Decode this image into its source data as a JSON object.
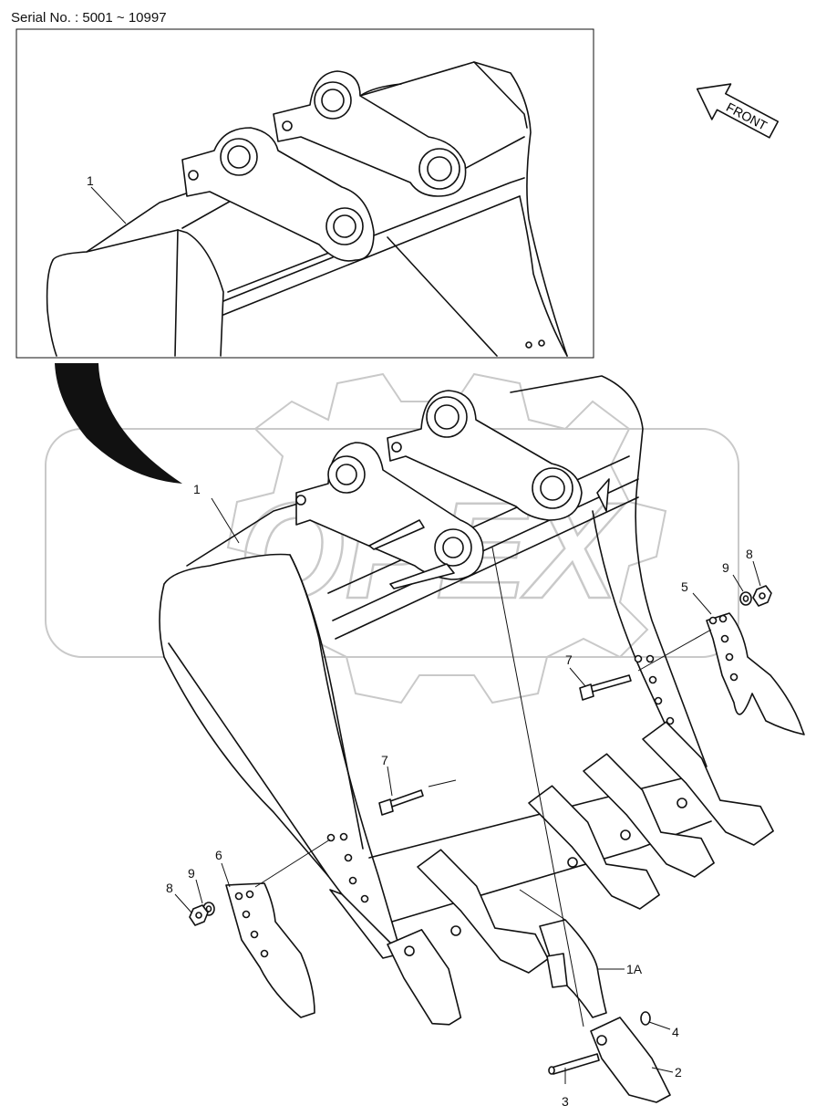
{
  "header": {
    "serial": "Serial No. : 5001 ~ 10997"
  },
  "watermark": "OPEX",
  "direction_label": "FRONT",
  "callouts": [
    {
      "id": "inset-1",
      "label": "1"
    },
    {
      "id": "main-1",
      "label": "1"
    },
    {
      "id": "c5",
      "label": "5"
    },
    {
      "id": "c6",
      "label": "6"
    },
    {
      "id": "c7-right",
      "label": "7"
    },
    {
      "id": "c7-left",
      "label": "7"
    },
    {
      "id": "c8-right",
      "label": "8"
    },
    {
      "id": "c8-left",
      "label": "8"
    },
    {
      "id": "c9-right",
      "label": "9"
    },
    {
      "id": "c9-left",
      "label": "9"
    },
    {
      "id": "c1A",
      "label": "1A"
    },
    {
      "id": "c2",
      "label": "2"
    },
    {
      "id": "c3",
      "label": "3"
    },
    {
      "id": "c4",
      "label": "4"
    }
  ]
}
